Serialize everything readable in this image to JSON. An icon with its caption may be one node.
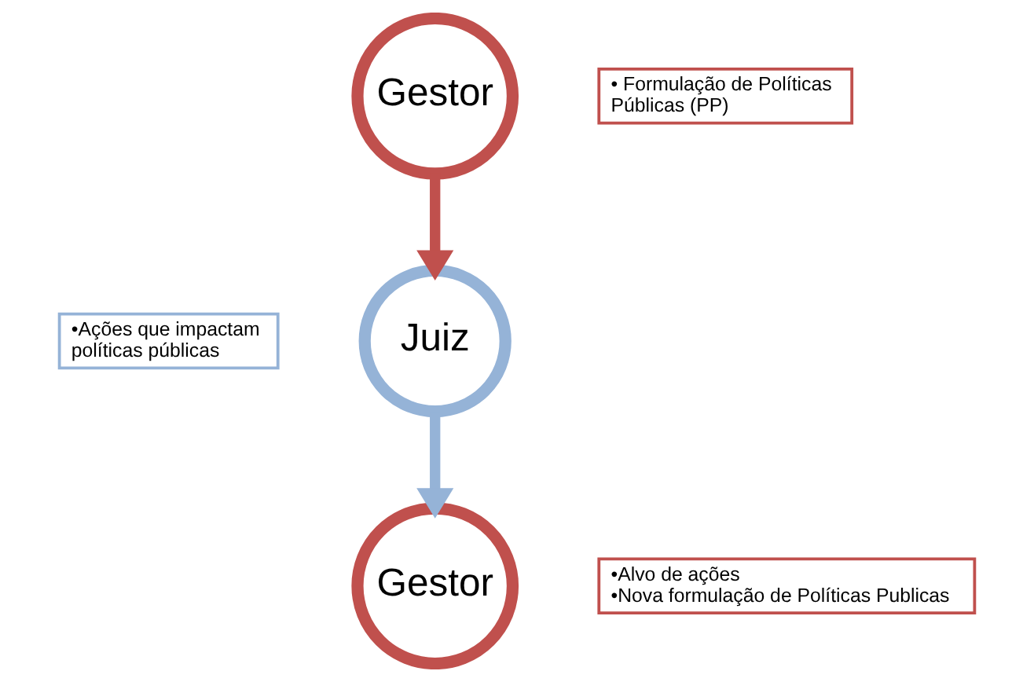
{
  "diagram": {
    "nodes": [
      {
        "text": [
          "Gestor"
        ]
      },
      {
        "text": [
          "• Formulação de Políticas Públicas (PP)"
        ]
      },
      {
        "text": [
          "Juiz"
        ]
      },
      {
        "text": [
          "•Ações que impactam políticas públicas"
        ]
      },
      {
        "text": [
          "Gestor"
        ]
      },
      {
        "text": [
          "•Alvo de ações",
          "•Nova formulação de Políticas Publicas"
        ]
      }
    ],
    "edges": [
      {
        "from": 0,
        "to": 2,
        "arrow": "to",
        "color": "#c0504d"
      },
      {
        "from": 2,
        "to": 4,
        "arrow": "to",
        "color": "#95b3d7"
      }
    ]
  }
}
